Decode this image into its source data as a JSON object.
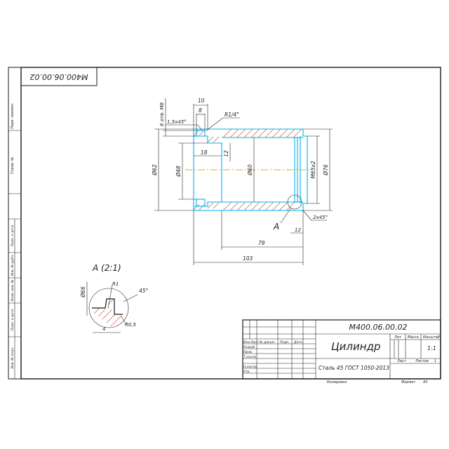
{
  "drawing": {
    "code": "М400.06.00.02",
    "code_top": "М400.06.00.02",
    "title": "Цилиндр",
    "material": "Сталь 45 ГОСТ 1050-2013",
    "mass_scale": "1:1",
    "sheet_label": "Лист",
    "sheets_label": "Листов",
    "sheets_value": "1",
    "lit_label": "Лит",
    "mass_label": "Масса",
    "scale_label": "Масштаб",
    "copied_label": "Копировал",
    "format_label": "Формат",
    "format_value": "А3"
  },
  "stamp_rows": {
    "izm": "Изм",
    "list": "Лист",
    "ndok": "№ докум.",
    "podp": "Подп.",
    "data": "Дата",
    "razrab": "Разраб",
    "prov": "Пров.",
    "tkontr": "Т.контр.",
    "nkontr": "Н.контр.",
    "utv": "Утв."
  },
  "side_columns": [
    "Перв. примен.",
    "Справ. №",
    "Подп. и дата",
    "Инв. № дубл.",
    "Взам. инв. №",
    "Подп. и дата",
    "Инв. № подл."
  ],
  "dimensions": {
    "d62": "Ø62",
    "d48": "Ø48",
    "d60": "Ø60",
    "m65": "М65х2",
    "d76": "Ø76",
    "holes": "6 отв. М8",
    "len10": "10",
    "len8": "8",
    "len18": "18",
    "len12v": "12",
    "chamfer15": "1,5х45°",
    "r14": "R1/4\"",
    "len103": "103",
    "len79": "79",
    "len12": "12",
    "chamfer2": "2х45°",
    "view_a": "А"
  },
  "detail": {
    "title": "А (2:1)",
    "d66": "Ø66",
    "r1": "R1",
    "angle45": "45°",
    "r05": "R0,5",
    "len4": "4"
  },
  "colors": {
    "part_outline": "#00b0f0",
    "hatch": "#b85a2a",
    "axis": "#f0a030",
    "frame": "#1a1a1a"
  }
}
